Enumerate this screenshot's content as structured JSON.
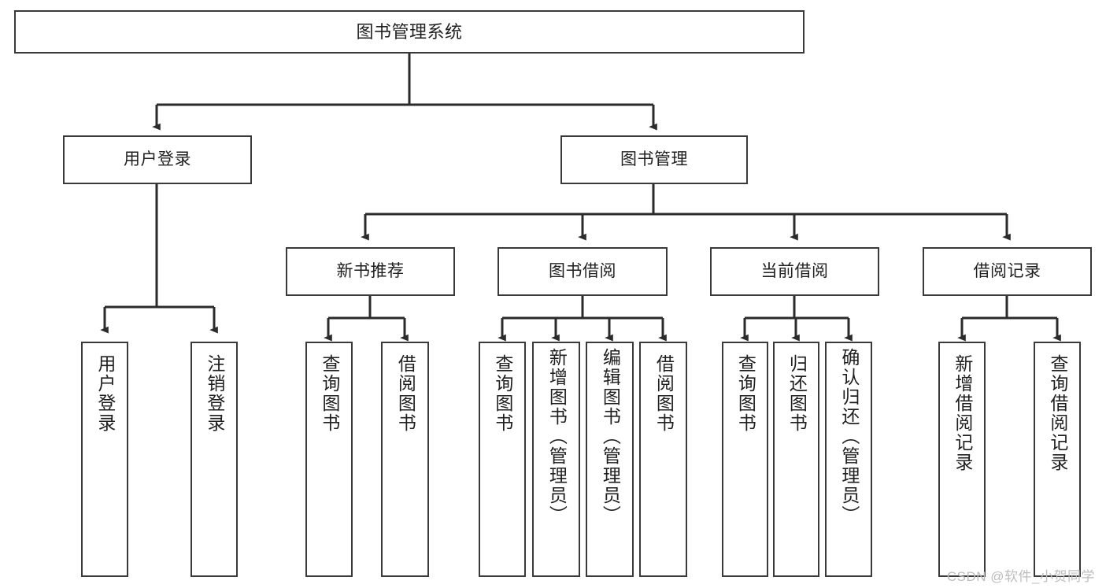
{
  "diagram": {
    "type": "tree",
    "title": "图书管理系统",
    "colors": {
      "box_border": "#3a3a3a",
      "box_fill": "#ffffff",
      "connector": "#2b2b2b",
      "text": "#1f1f1f",
      "watermark": "#bdbdbd"
    },
    "watermark": "CSDN @软件_小贺同学",
    "levels": {
      "root": {
        "label": "图书管理系统"
      },
      "level1": [
        {
          "label": "用户登录"
        },
        {
          "label": "图书管理"
        }
      ],
      "level2": [
        {
          "label": "新书推荐"
        },
        {
          "label": "图书借阅"
        },
        {
          "label": "当前借阅"
        },
        {
          "label": "借阅记录"
        }
      ],
      "leaves": [
        {
          "label": "用户登录",
          "parent": "用户登录"
        },
        {
          "label": "注销登录",
          "parent": "用户登录"
        },
        {
          "label": "查询图书",
          "parent": "新书推荐"
        },
        {
          "label": "借阅图书",
          "parent": "新书推荐"
        },
        {
          "label": "查询图书",
          "parent": "图书借阅"
        },
        {
          "label": "新增图书（管理员）",
          "parent": "图书借阅"
        },
        {
          "label": "编辑图书（管理员）",
          "parent": "图书借阅"
        },
        {
          "label": "借阅图书",
          "parent": "图书借阅"
        },
        {
          "label": "查询图书",
          "parent": "当前借阅"
        },
        {
          "label": "归还图书",
          "parent": "当前借阅"
        },
        {
          "label": "确认归还（管理员）",
          "parent": "当前借阅"
        },
        {
          "label": "新增借阅记录",
          "parent": "借阅记录"
        },
        {
          "label": "查询借阅记录",
          "parent": "借阅记录"
        }
      ]
    }
  }
}
